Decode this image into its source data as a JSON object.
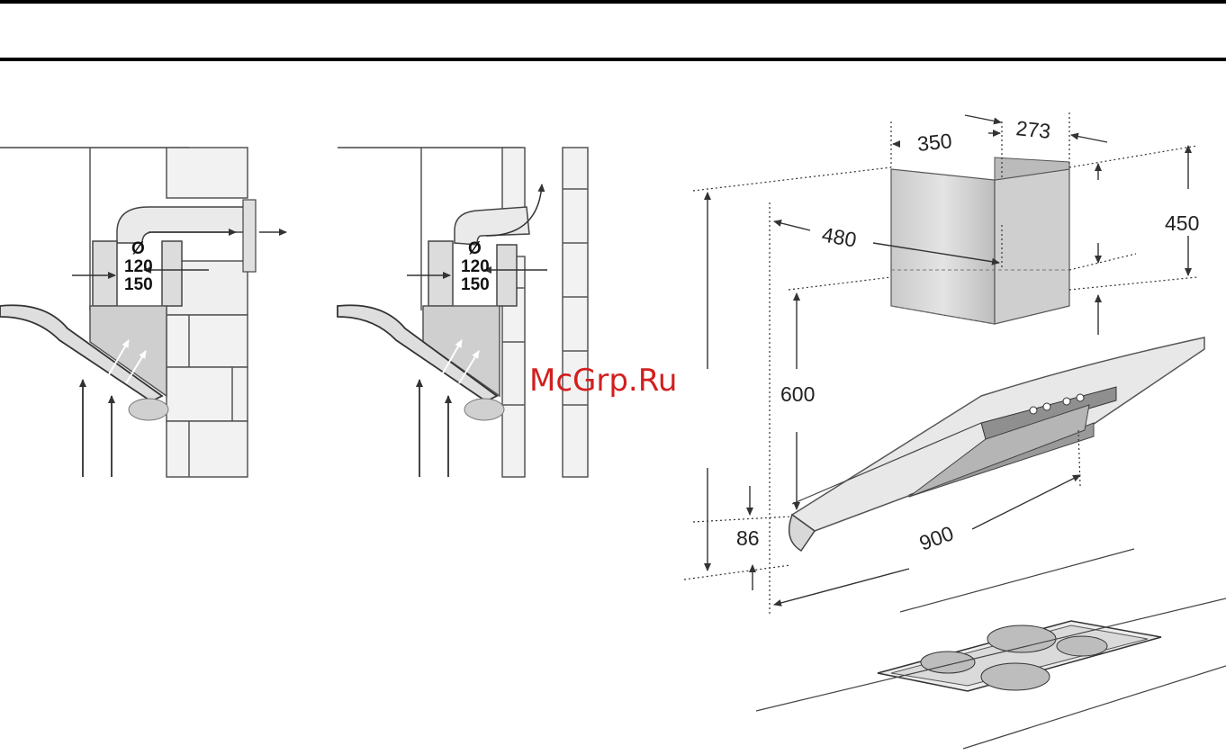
{
  "header": {
    "title": ""
  },
  "watermark": "McGrp.Ru",
  "left_diagram": {
    "diameter_symbol": "Ø",
    "duct_small": "120",
    "duct_large": "150"
  },
  "middle_diagram": {
    "diameter_symbol": "Ø",
    "duct_small": "120",
    "duct_large": "150"
  },
  "dimensions": {
    "chimney_width": "350",
    "chimney_depth": "273",
    "chimney_height": "450",
    "hood_depth": "480",
    "min_height": "600",
    "hood_thickness": "86",
    "hood_width": "900"
  },
  "colors": {
    "ink": "#222222",
    "shade": "#cfcfcf",
    "watermark": "#d21f1f"
  }
}
